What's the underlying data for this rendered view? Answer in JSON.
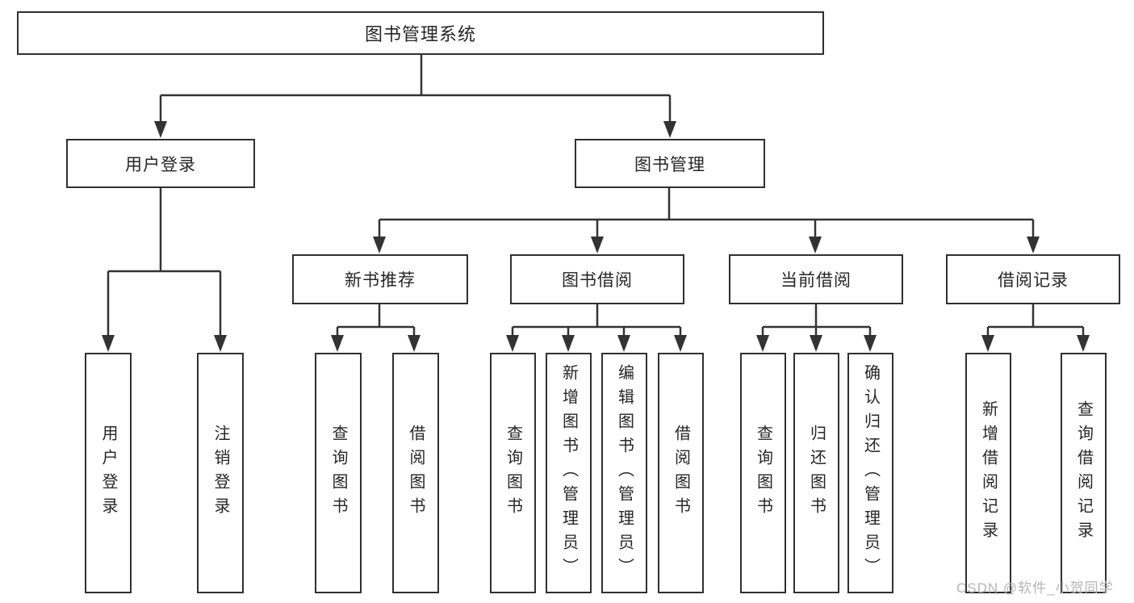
{
  "diagram": {
    "title": "图书管理系统",
    "branches": [
      {
        "label": "用户登录",
        "children": [
          {
            "label": "用户登录"
          },
          {
            "label": "注销登录"
          }
        ]
      },
      {
        "label": "图书管理",
        "children": [
          {
            "label": "新书推荐",
            "children": [
              {
                "label": "查询图书"
              },
              {
                "label": "借阅图书"
              }
            ]
          },
          {
            "label": "图书借阅",
            "children": [
              {
                "label": "查询图书"
              },
              {
                "label": "新增图书（管理员）"
              },
              {
                "label": "编辑图书（管理员）"
              },
              {
                "label": "借阅图书"
              }
            ]
          },
          {
            "label": "当前借阅",
            "children": [
              {
                "label": "查询图书"
              },
              {
                "label": "归还图书"
              },
              {
                "label": "确认归还（管理员）"
              }
            ]
          },
          {
            "label": "借阅记录",
            "children": [
              {
                "label": "新增借阅记录"
              },
              {
                "label": "查询借阅记录"
              }
            ]
          }
        ]
      }
    ]
  },
  "watermark": {
    "text": "CSDN @软件_小贺同学"
  },
  "colors": {
    "line": "#333333",
    "box_border": "#303030",
    "text": "#262626",
    "watermark": "#b4b4b4",
    "background": "#ffffff"
  }
}
